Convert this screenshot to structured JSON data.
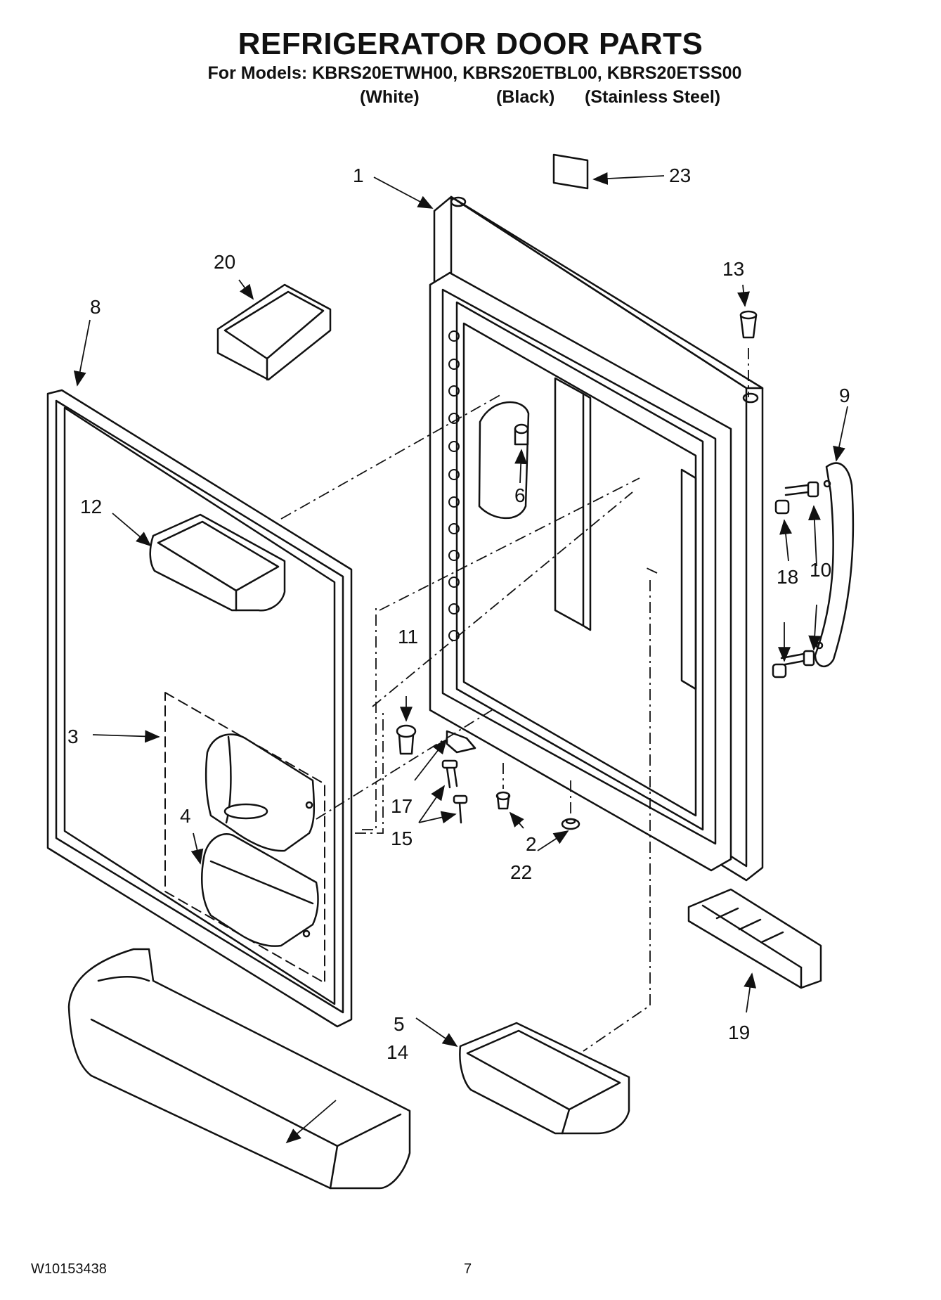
{
  "header": {
    "title": "REFRIGERATOR DOOR PARTS",
    "models": "For Models: KBRS20ETWH00, KBRS20ETBL00, KBRS20ETSS00",
    "variants": [
      "(White)",
      "(Black)",
      "(Stainless Steel)"
    ]
  },
  "callouts": [
    "1",
    "2",
    "3",
    "4",
    "5",
    "6",
    "8",
    "9",
    "10",
    "11",
    "12",
    "13",
    "14",
    "15",
    "17",
    "18",
    "19",
    "20",
    "22",
    "23"
  ],
  "footer": {
    "doc_number": "W10153438",
    "page_number": "7"
  }
}
